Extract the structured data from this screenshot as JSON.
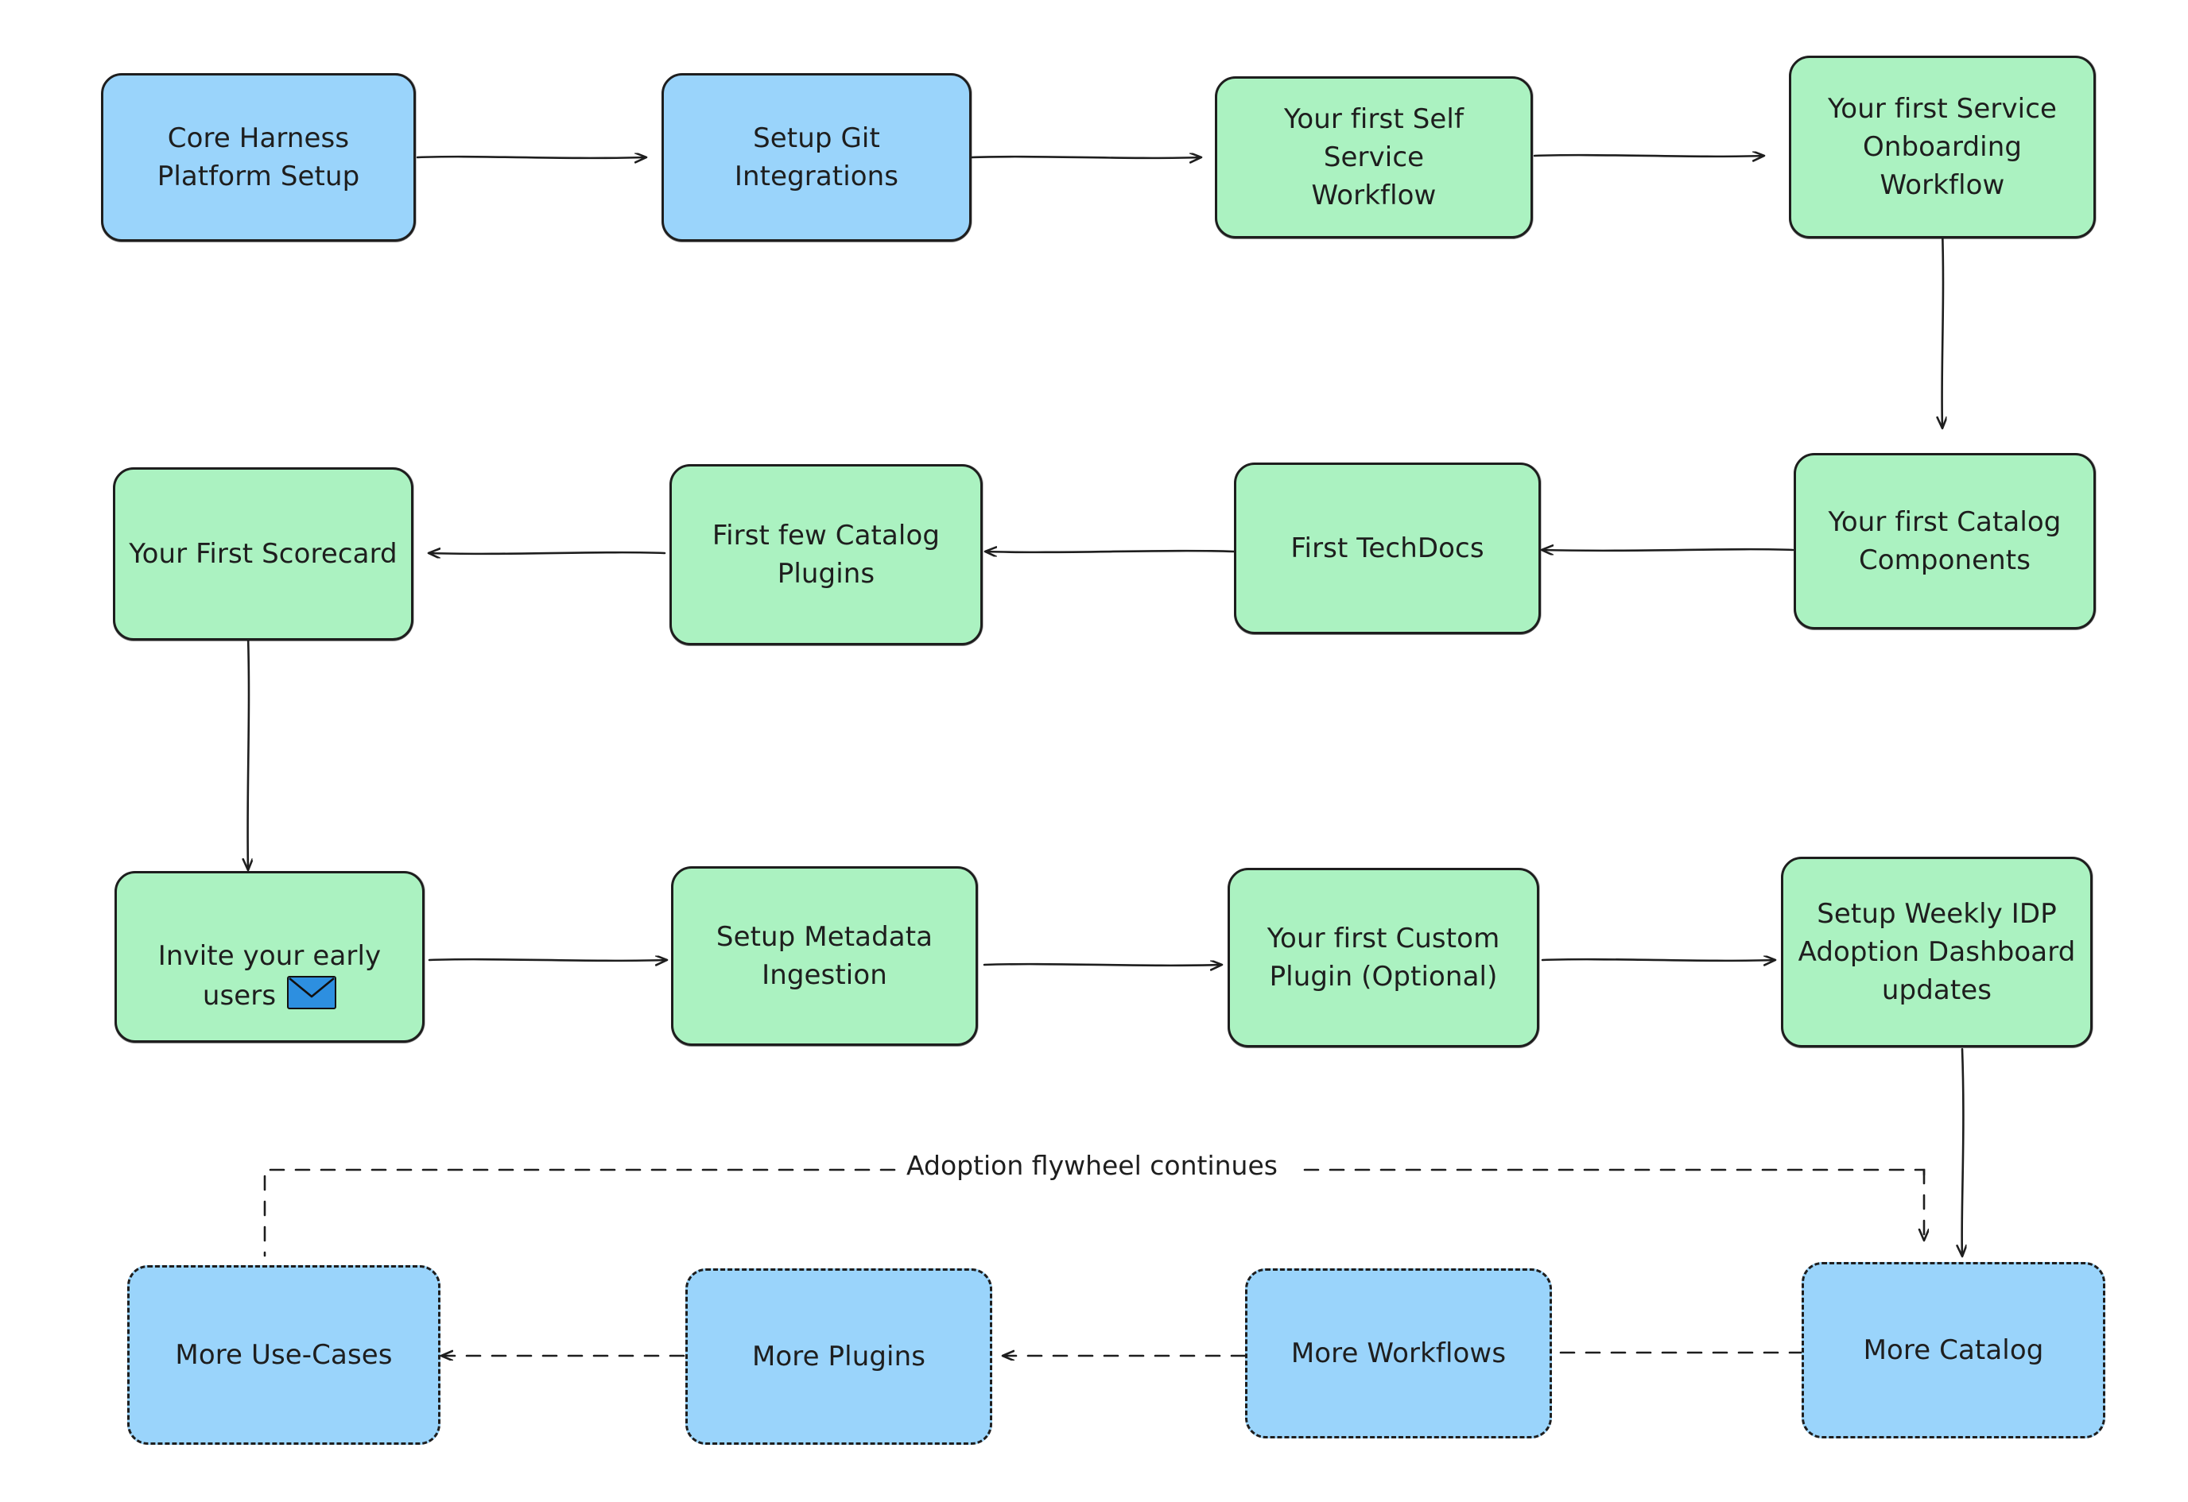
{
  "diagram": {
    "type": "flowchart",
    "title": "",
    "style": "hand-drawn",
    "background": "#ffffff",
    "colors": {
      "blue_fill": "#9ad4fb",
      "green_fill": "#abf2c1",
      "stroke": "#1e1e1e",
      "envelope_blue": "#2d8fe0",
      "text": "#1e1e1e"
    },
    "nodes": [
      {
        "id": "n1",
        "label": "Core Harness\nPlatform Setup",
        "color": "blue",
        "border": "solid",
        "row": 1
      },
      {
        "id": "n2",
        "label": "Setup Git\nIntegrations",
        "color": "blue",
        "border": "solid",
        "row": 1
      },
      {
        "id": "n3",
        "label": "Your first Self Service\nWorkflow",
        "color": "green",
        "border": "solid",
        "row": 1
      },
      {
        "id": "n4",
        "label": "Your first Service\nOnboarding\nWorkflow",
        "color": "green",
        "border": "solid",
        "row": 1
      },
      {
        "id": "n5",
        "label": "Your first Catalog\nComponents",
        "color": "green",
        "border": "solid",
        "row": 2
      },
      {
        "id": "n6",
        "label": "First TechDocs",
        "color": "green",
        "border": "solid",
        "row": 2
      },
      {
        "id": "n7",
        "label": "First few Catalog\nPlugins",
        "color": "green",
        "border": "solid",
        "row": 2
      },
      {
        "id": "n8",
        "label": "Your First Scorecard",
        "color": "green",
        "border": "solid",
        "row": 2
      },
      {
        "id": "n9",
        "label": "Invite your early\nusers",
        "color": "green",
        "border": "solid",
        "row": 3,
        "icon": "envelope-icon"
      },
      {
        "id": "n10",
        "label": "Setup Metadata\nIngestion",
        "color": "green",
        "border": "solid",
        "row": 3
      },
      {
        "id": "n11",
        "label": "Your first Custom\nPlugin (Optional)",
        "color": "green",
        "border": "solid",
        "row": 3
      },
      {
        "id": "n12",
        "label": "Setup Weekly IDP\nAdoption Dashboard\nupdates",
        "color": "green",
        "border": "solid",
        "row": 3
      },
      {
        "id": "n13",
        "label": "More Catalog",
        "color": "blue",
        "border": "dashed",
        "row": 4
      },
      {
        "id": "n14",
        "label": "More Workflows",
        "color": "blue",
        "border": "dashed",
        "row": 4
      },
      {
        "id": "n15",
        "label": "More Plugins",
        "color": "blue",
        "border": "dashed",
        "row": 4
      },
      {
        "id": "n16",
        "label": "More Use-Cases",
        "color": "blue",
        "border": "dashed",
        "row": 4
      }
    ],
    "edges": [
      {
        "from": "n1",
        "to": "n2",
        "style": "solid",
        "direction": "right"
      },
      {
        "from": "n2",
        "to": "n3",
        "style": "solid",
        "direction": "right"
      },
      {
        "from": "n3",
        "to": "n4",
        "style": "solid",
        "direction": "right"
      },
      {
        "from": "n4",
        "to": "n5",
        "style": "solid",
        "direction": "down"
      },
      {
        "from": "n5",
        "to": "n6",
        "style": "solid",
        "direction": "left"
      },
      {
        "from": "n6",
        "to": "n7",
        "style": "solid",
        "direction": "left"
      },
      {
        "from": "n7",
        "to": "n8",
        "style": "solid",
        "direction": "left"
      },
      {
        "from": "n8",
        "to": "n9",
        "style": "solid",
        "direction": "down"
      },
      {
        "from": "n9",
        "to": "n10",
        "style": "solid",
        "direction": "right"
      },
      {
        "from": "n10",
        "to": "n11",
        "style": "solid",
        "direction": "right"
      },
      {
        "from": "n11",
        "to": "n12",
        "style": "solid",
        "direction": "right"
      },
      {
        "from": "n12",
        "to": "n13",
        "style": "solid",
        "direction": "down"
      },
      {
        "from": "n13",
        "to": "n14",
        "style": "dashed",
        "direction": "left"
      },
      {
        "from": "n14",
        "to": "n15",
        "style": "dashed",
        "direction": "left"
      },
      {
        "from": "n15",
        "to": "n16",
        "style": "dashed",
        "direction": "left"
      },
      {
        "from": "n13",
        "to": "n16",
        "style": "dashed",
        "direction": "loop",
        "label": "Adoption flywheel continues"
      }
    ],
    "edge_labels": {
      "flywheel": "Adoption flywheel continues"
    }
  }
}
